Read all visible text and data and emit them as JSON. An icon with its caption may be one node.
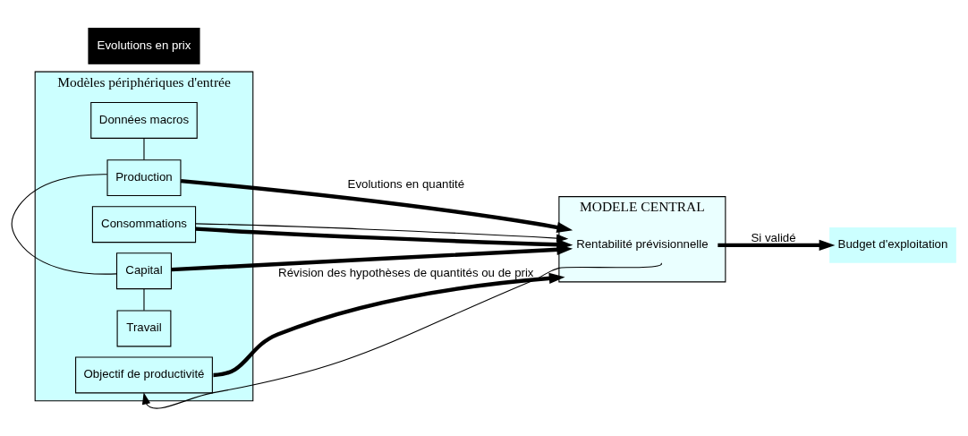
{
  "diagram": {
    "nodes": [
      {
        "text": [
          "Modèles périphériques d'entrée"
        ]
      },
      {
        "text": [
          "Données macros"
        ],
        "in": 0
      },
      {
        "text": [
          "Production"
        ],
        "in": 0
      },
      {
        "text": [
          "Consommations"
        ],
        "in": 0
      },
      {
        "text": [
          "Capital"
        ],
        "in": 0
      },
      {
        "text": [
          "Travail"
        ],
        "in": 0
      },
      {
        "text": [
          "Objectif de productivité"
        ],
        "in": 0
      },
      {
        "text": [
          "MODELE CENTRAL"
        ]
      },
      {
        "text": [
          "Rentabilité prévisionnelle"
        ],
        "in": 7
      },
      {
        "text": [
          "Budget d'exploitation"
        ]
      }
    ],
    "edges": [
      {
        "from": 1,
        "to": 2,
        "arrow": "none"
      },
      {
        "from": 2,
        "to": 4,
        "arrow": "none"
      },
      {
        "from": 4,
        "to": 5,
        "arrow": "none"
      },
      {
        "from": 2,
        "to": 8,
        "arrow": "to",
        "label": "Evolutions en quantité",
        "style": "thick"
      },
      {
        "from": 3,
        "to": 8,
        "arrow": "to",
        "style": "thick"
      },
      {
        "from": 4,
        "to": 8,
        "arrow": "to",
        "style": "thick"
      },
      {
        "from": 6,
        "to": 7,
        "arrow": "to",
        "style": "thick"
      },
      {
        "from": 3,
        "to": 8,
        "arrow": "to"
      },
      {
        "from": 8,
        "to": 9,
        "arrow": "to",
        "label": "Si validé",
        "style": "thick"
      },
      {
        "from": 8,
        "to": 6,
        "arrow": "to",
        "label": "Révision des hypothèses de quantités ou de prix"
      }
    ],
    "labels": [
      "Evolutions en prix"
    ]
  }
}
